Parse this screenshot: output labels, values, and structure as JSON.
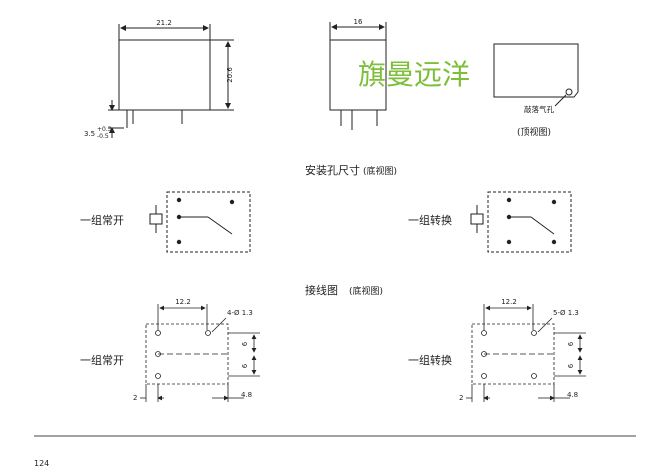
{
  "dimensions": {
    "front_width": "21.2",
    "front_height": "20.6",
    "pin_upper": "+0.3",
    "pin_lower": "-0.5",
    "pin_length": "3.5",
    "side_width": "16"
  },
  "top_view": {
    "vent_label": "敲落气孔",
    "caption": "(顶视图)"
  },
  "watermark": "旗曼远洋",
  "section_install": {
    "title": "安装孔尺寸",
    "subtitle": "(底视图)"
  },
  "section_wiring": {
    "title": "接线图",
    "subtitle": "(底视图)"
  },
  "labels": {
    "normally_open": "一组常开",
    "changeover": "一组转换"
  },
  "wiring_left": {
    "spacing": "12.2",
    "holes": "4-Ø 1.3",
    "v_upper": "6",
    "v_lower": "6",
    "left_offset": "2",
    "right_offset": "4.8"
  },
  "wiring_right": {
    "spacing": "12.2",
    "holes": "5-Ø 1.3",
    "v_upper": "6",
    "v_lower": "6",
    "left_offset": "2",
    "right_offset": "4.8"
  },
  "page_number": "124",
  "colors": {
    "line": "#222222",
    "watermark": "#7dbf3a"
  }
}
